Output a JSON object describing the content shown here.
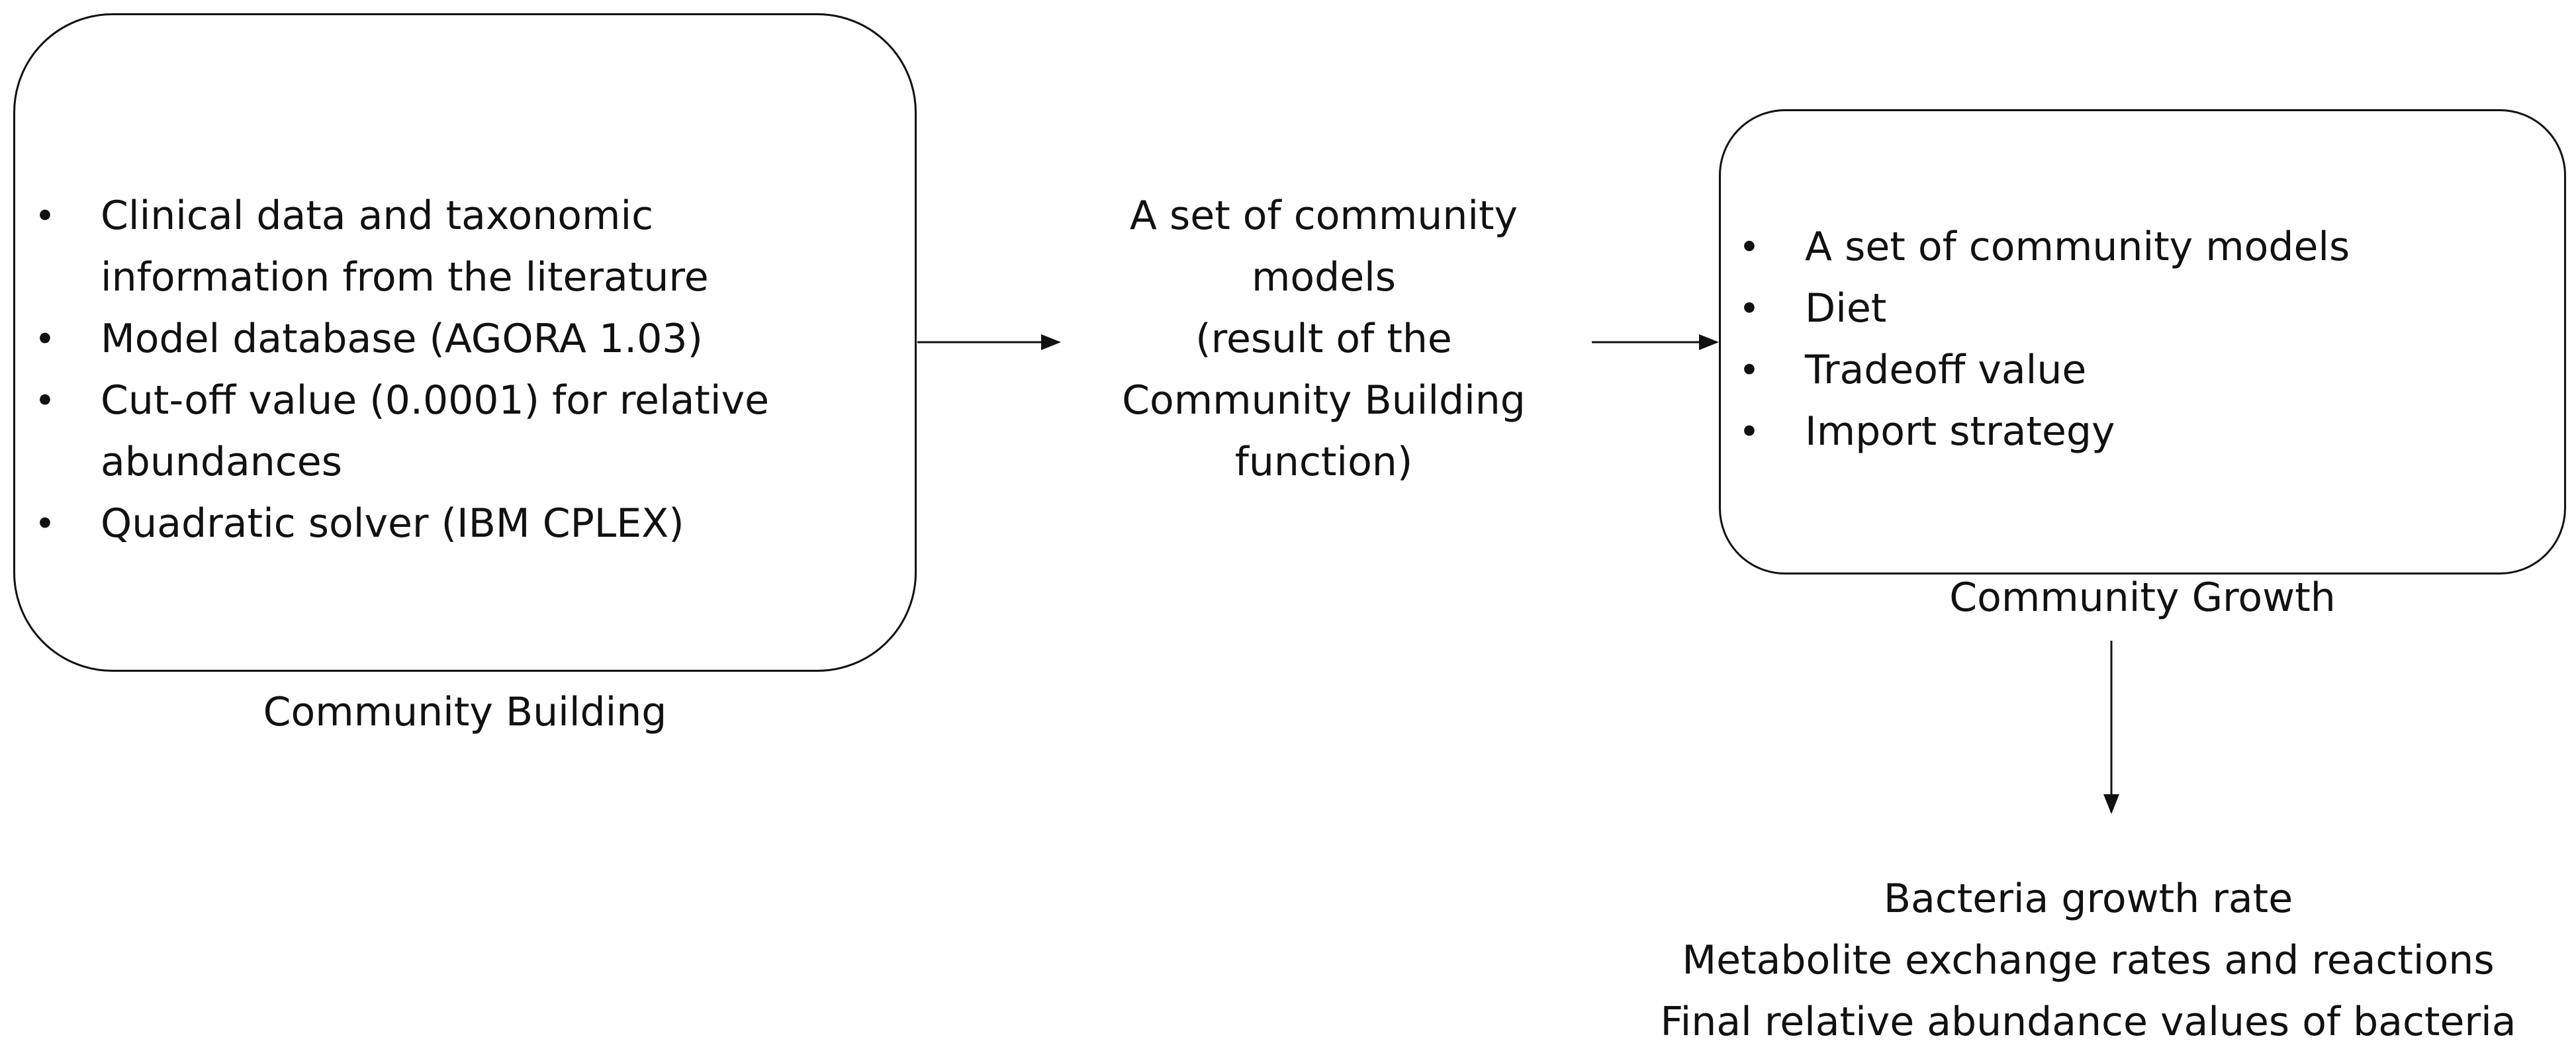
{
  "community_building": {
    "items": [
      "Clinical data and taxonomic information from the literature",
      "Model database (AGORA 1.03)",
      "Cut-off value (0.0001) for relative abundances",
      "Quadratic solver (IBM CPLEX)"
    ],
    "label": "Community Building"
  },
  "intermediate": {
    "lines": [
      "A set of community",
      "models",
      "(result of the",
      "Community Building",
      "function)"
    ]
  },
  "community_growth": {
    "items": [
      "A set of community models",
      "Diet",
      "Tradeoff value",
      "Import strategy"
    ],
    "label": "Community Growth"
  },
  "outputs": {
    "lines": [
      "Bacteria growth rate",
      "Metabolite exchange rates and reactions",
      "Final relative abundance values of bacteria"
    ]
  },
  "bullet_symbol": "•"
}
